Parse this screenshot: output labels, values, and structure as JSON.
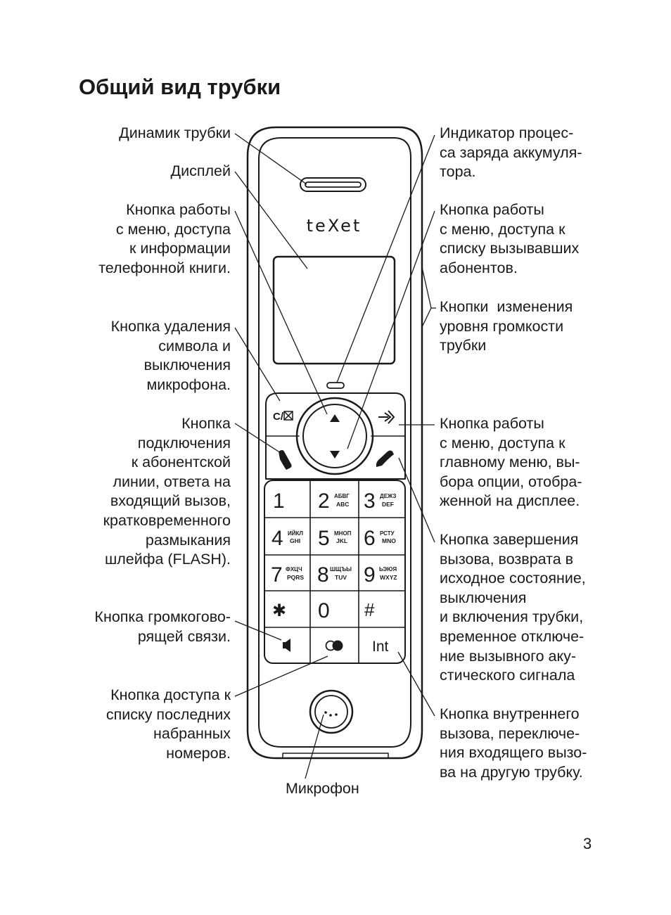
{
  "title": "Общий вид трубки",
  "page_number": "3",
  "brand_logo": "teXet",
  "labels": {
    "speaker": "Динамик трубки",
    "display": "Дисплей",
    "left_menu": "Кнопка работы\nс меню, доступа\nк информации\nтелефонной книги.",
    "delete": "Кнопка удаления\nсимвола и\nвыключения\nмикрофона.",
    "call": "Кнопка\nподключения\nк абонентской\nлинии, ответа на\nвходящий вызов,\nкратковременного\nразмыкания\nшлейфа (FLASH).",
    "speakerphone": "Кнопка громкогово-\nрящей связи.",
    "redial": "Кнопка доступа к\nсписку последних\nнабранных\nномеров.",
    "microphone": "Микрофон",
    "charge": "Индикатор процес-\nса заряда аккумуля-\nтора.",
    "right_menu": "Кнопка работы\nс меню, доступа к\nсписку вызывавших\nабонентов.",
    "volume": "Кнопки  изменения\nуровня громкости\nтрубки",
    "main_menu": "Кнопка работы\nс меню, доступа к\nглавному меню, вы-\nбора опции, отобра-\nженной на дисплее.",
    "end_call": "Кнопка завершения\nвызова, возврата в\nисходное состояние,\nвыключения\nи включения трубки,\nвременное отключе-\nние вызывного аку-\nстического сигнала",
    "intercom": "Кнопка внутреннего\nвызова, переключе-\nния входящего вызо-\nва на другую трубку."
  },
  "keys": {
    "clear": "C/",
    "int": "Int",
    "star": "✱",
    "hash": "#",
    "digits": [
      {
        "d": "1",
        "ru": "",
        "en": ""
      },
      {
        "d": "2",
        "ru": "АБВГ",
        "en": "ABC"
      },
      {
        "d": "3",
        "ru": "ДЕЖЗ",
        "en": "DEF"
      },
      {
        "d": "4",
        "ru": "ИЙКЛ",
        "en": "GHI"
      },
      {
        "d": "5",
        "ru": "МНОП",
        "en": "JKL"
      },
      {
        "d": "6",
        "ru": "РСТУ",
        "en": "MNO"
      },
      {
        "d": "7",
        "ru": "ФХЦЧ",
        "en": "PQRS"
      },
      {
        "d": "8",
        "ru": "ШЩЪЫ",
        "en": "TUV"
      },
      {
        "d": "9",
        "ru": "ЬЭЮЯ",
        "en": "WXYZ"
      },
      {
        "d": "0",
        "ru": "",
        "en": ""
      }
    ]
  }
}
